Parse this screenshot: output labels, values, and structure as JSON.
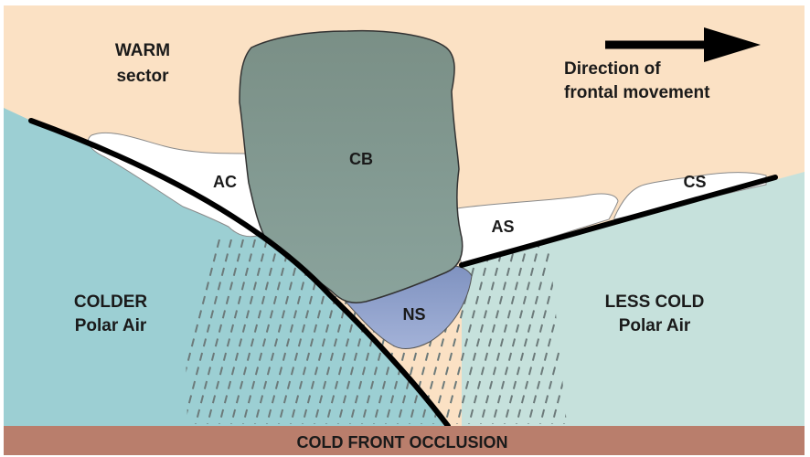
{
  "diagram": {
    "regions": {
      "warm_sector": {
        "line1": "WARM",
        "line2": "sector"
      },
      "colder_air": {
        "line1": "COLDER",
        "line2": "Polar Air"
      },
      "less_cold_air": {
        "line1": "LESS COLD",
        "line2": "Polar Air"
      }
    },
    "direction": {
      "line1": "Direction of",
      "line2": "frontal movement"
    },
    "clouds": {
      "cb": "CB",
      "ac": "AC",
      "as": "AS",
      "cs": "CS",
      "ns": "NS"
    },
    "footer": "COLD FRONT OCCLUSION"
  },
  "colors": {
    "warm_sector": "#fbe1c4",
    "colder_air": "#9ccfd3",
    "less_cold_air": "#c6e1dc",
    "cumulonimbus": "#7c968d",
    "nimbostratus": "#8fa0cc",
    "white_clouds": "#ffffff",
    "ground": "#b97e6c",
    "front_line": "#000000",
    "rain": "#6c7a7a"
  }
}
